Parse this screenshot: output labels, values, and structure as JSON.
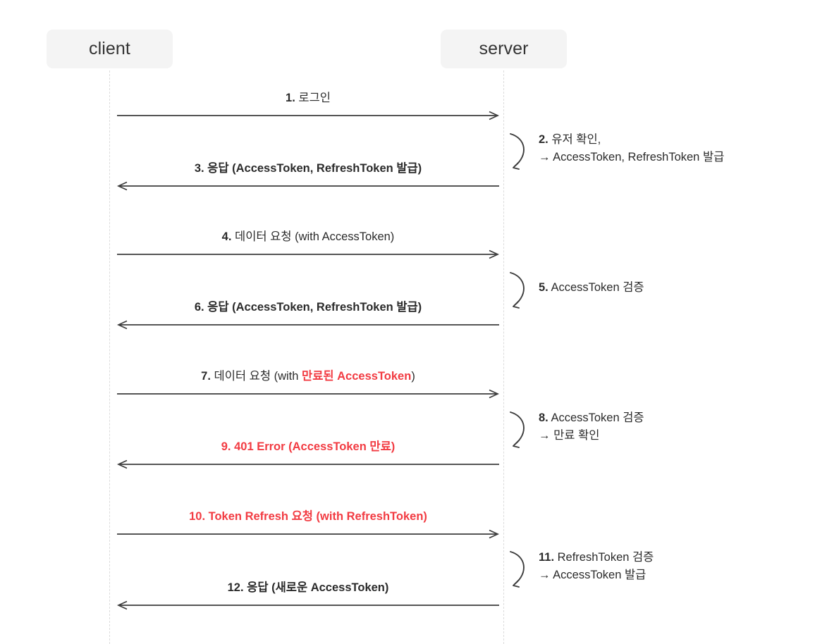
{
  "diagram": {
    "type": "sequence-diagram",
    "title": "JWT AccessToken / RefreshToken flow",
    "colors": {
      "background": "#ffffff",
      "participant_fill": "#f4f4f4",
      "lifeline": "#dcdcdc",
      "arrow": "#3d3d3d",
      "text": "#2b2b2b",
      "highlight_red": "#f23b42"
    }
  },
  "participants": [
    {
      "id": "client",
      "label": "client"
    },
    {
      "id": "server",
      "label": "server"
    }
  ],
  "messages": [
    {
      "index": "1.",
      "kind": "arrow",
      "direction": "client-to-server",
      "bold": false,
      "text_before": " 로그인",
      "full_text": "1. 로그인"
    },
    {
      "index": "2.",
      "kind": "self",
      "actor": "server",
      "line1": " 유저 확인,",
      "line2": "→ AccessToken, RefreshToken 발급",
      "full_text": "2. 유저 확인, → AccessToken, RefreshToken 발급"
    },
    {
      "index": "3.",
      "kind": "arrow",
      "direction": "server-to-client",
      "bold": true,
      "text_before": " 응답 (AccessToken, RefreshToken 발급)",
      "full_text": "3. 응답 (AccessToken, RefreshToken 발급)"
    },
    {
      "index": "4.",
      "kind": "arrow",
      "direction": "client-to-server",
      "bold": false,
      "text_before": " 데이터 요청 (with AccessToken)",
      "full_text": "4. 데이터 요청 (with AccessToken)"
    },
    {
      "index": "5.",
      "kind": "self",
      "actor": "server",
      "line1": " AccessToken 검증",
      "line2": "",
      "full_text": "5. AccessToken 검증"
    },
    {
      "index": "6.",
      "kind": "arrow",
      "direction": "server-to-client",
      "bold": true,
      "text_before": " 응답 (AccessToken, RefreshToken 발급)",
      "full_text": "6. 응답 (AccessToken, RefreshToken 발급)"
    },
    {
      "index": "7.",
      "kind": "arrow",
      "direction": "client-to-server",
      "bold": false,
      "text_before": " 데이터 요청 (with ",
      "highlight": "만료된 AccessToken",
      "text_after": ")",
      "full_text": "7. 데이터 요청 (with 만료된 AccessToken)"
    },
    {
      "index": "8.",
      "kind": "self",
      "actor": "server",
      "line1": " AccessToken 검증",
      "line2": "→ 만료 확인",
      "full_text": "8. AccessToken 검증 → 만료 확인"
    },
    {
      "index": "9.",
      "kind": "arrow",
      "direction": "server-to-client",
      "red": true,
      "text_before": " 401 Error (AccessToken 만료)",
      "full_text": "9. 401 Error (AccessToken 만료)"
    },
    {
      "index": "10.",
      "kind": "arrow",
      "direction": "client-to-server",
      "red": true,
      "text_before": " Token Refresh 요청 (with RefreshToken)",
      "full_text": "10. Token Refresh 요청 (with RefreshToken)"
    },
    {
      "index": "11.",
      "kind": "self",
      "actor": "server",
      "line1": " RefreshToken 검증",
      "line2": "→ AccessToken 발급",
      "full_text": "11. RefreshToken 검증 → AccessToken 발급"
    },
    {
      "index": "12.",
      "kind": "arrow",
      "direction": "server-to-client",
      "bold": true,
      "text_before": " 응답 (새로운 AccessToken)",
      "full_text": "12. 응답 (새로운 AccessToken)"
    }
  ]
}
